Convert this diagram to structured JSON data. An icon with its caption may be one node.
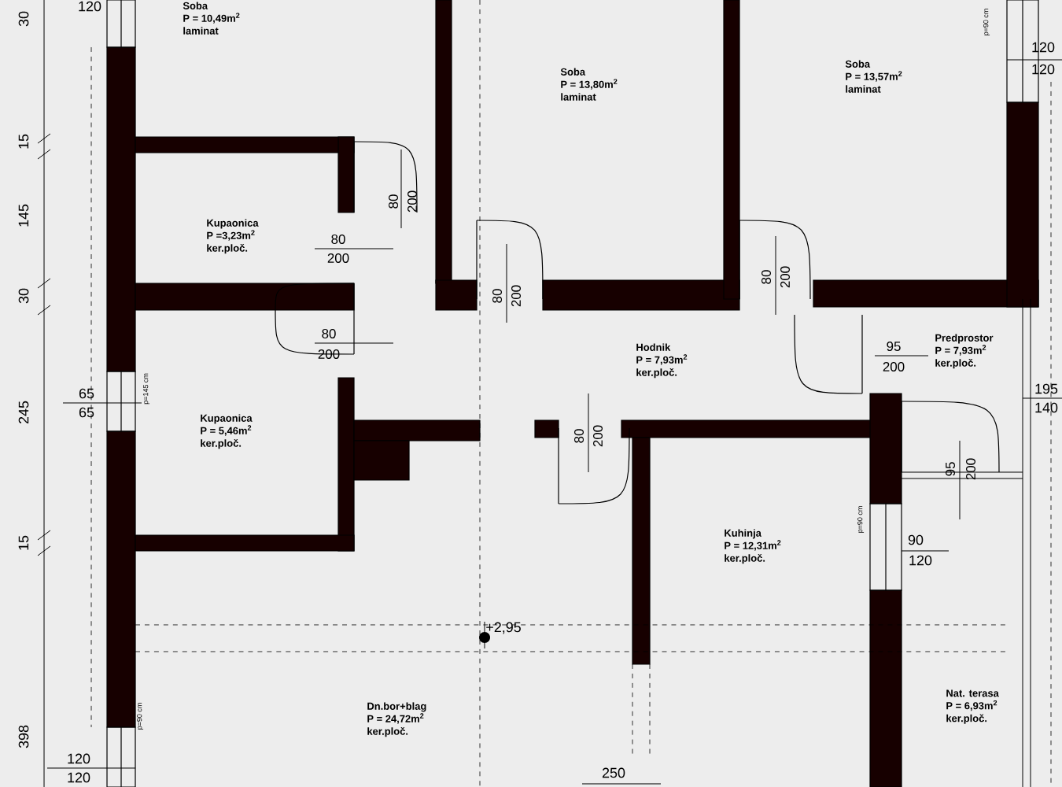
{
  "diagram": {
    "nodes": [
      {
        "text": [
          "Soba",
          "P = 10,49m$^{2}$",
          "laminat"
        ]
      },
      {
        "text": [
          "Soba",
          "P = 13,80m$^{2}$",
          "laminat"
        ]
      },
      {
        "text": [
          "Soba",
          "P = 13,57m$^{2}$",
          "laminat"
        ]
      },
      {
        "text": [
          "Kupaonica",
          "P =3,23m$^{2}$",
          "ker.ploč."
        ]
      },
      {
        "text": [
          "Hodnik",
          "P = 7,93m$^{2}$",
          "ker.ploč."
        ]
      },
      {
        "text": [
          "Predprostor",
          "P = 7,93m$^{2}$",
          "ker.ploč."
        ]
      },
      {
        "text": [
          "Kupaonica",
          "P = 5,46m$^{2}$",
          "ker.ploč."
        ]
      },
      {
        "text": [
          "Kuhinja",
          "P = 12,31m$^{2}$",
          "ker.ploč."
        ]
      },
      {
        "text": [
          "Dn.bor+blag",
          "P = 24,72m$^{2}$",
          "ker.ploč."
        ]
      },
      {
        "text": [
          "Nat. terasa",
          "P = 6,93m$^{2}$",
          "ker.ploč."
        ]
      }
    ],
    "labels": [
      "30",
      "120",
      "120",
      "120",
      "p=90 cm",
      "15",
      "80",
      "200",
      "145",
      "80",
      "200",
      "80",
      "200",
      "30",
      "80",
      "200",
      "80",
      "200",
      "95",
      "200",
      "195",
      "140",
      "p=145 cm",
      "65",
      "65",
      "245",
      "80",
      "200",
      "95",
      "200",
      "p=90 cm",
      "90",
      "120",
      "15",
      "+2,95",
      "p=90 cm",
      "398",
      "120",
      "120",
      "250"
    ]
  }
}
